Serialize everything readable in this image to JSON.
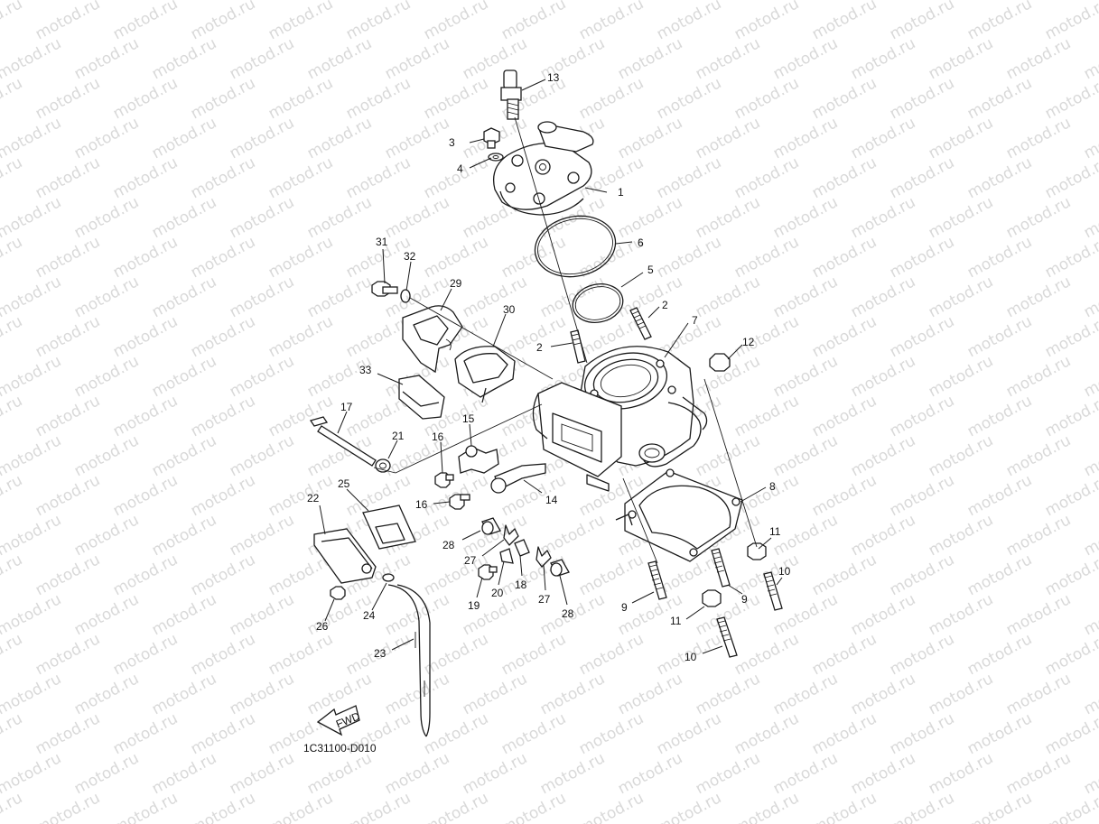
{
  "watermark": "motod.ru",
  "diagram_code": "1C31100-D010",
  "fwd_label": "FWD",
  "callouts": [
    {
      "id": "c13",
      "text": "13"
    },
    {
      "id": "c3",
      "text": "3"
    },
    {
      "id": "c4",
      "text": "4"
    },
    {
      "id": "c1",
      "text": "1"
    },
    {
      "id": "c6",
      "text": "6"
    },
    {
      "id": "c5",
      "text": "5"
    },
    {
      "id": "c2a",
      "text": "2"
    },
    {
      "id": "c2b",
      "text": "2"
    },
    {
      "id": "c7",
      "text": "7"
    },
    {
      "id": "c12",
      "text": "12"
    },
    {
      "id": "c31",
      "text": "31"
    },
    {
      "id": "c32",
      "text": "32"
    },
    {
      "id": "c29",
      "text": "29"
    },
    {
      "id": "c30",
      "text": "30"
    },
    {
      "id": "c33",
      "text": "33"
    },
    {
      "id": "c17",
      "text": "17"
    },
    {
      "id": "c21",
      "text": "21"
    },
    {
      "id": "c16a",
      "text": "16"
    },
    {
      "id": "c15",
      "text": "15"
    },
    {
      "id": "c16b",
      "text": "16"
    },
    {
      "id": "c14",
      "text": "14"
    },
    {
      "id": "c8",
      "text": "8"
    },
    {
      "id": "c22",
      "text": "22"
    },
    {
      "id": "c25",
      "text": "25"
    },
    {
      "id": "c28a",
      "text": "28"
    },
    {
      "id": "c27a",
      "text": "27"
    },
    {
      "id": "c11a",
      "text": "11"
    },
    {
      "id": "c10a",
      "text": "10"
    },
    {
      "id": "c19",
      "text": "19"
    },
    {
      "id": "c20",
      "text": "20"
    },
    {
      "id": "c18",
      "text": "18"
    },
    {
      "id": "c27b",
      "text": "27"
    },
    {
      "id": "c28b",
      "text": "28"
    },
    {
      "id": "c9a",
      "text": "9"
    },
    {
      "id": "c9b",
      "text": "9"
    },
    {
      "id": "c11b",
      "text": "11"
    },
    {
      "id": "c10b",
      "text": "10"
    },
    {
      "id": "c26",
      "text": "26"
    },
    {
      "id": "c24",
      "text": "24"
    },
    {
      "id": "c23",
      "text": "23"
    }
  ]
}
